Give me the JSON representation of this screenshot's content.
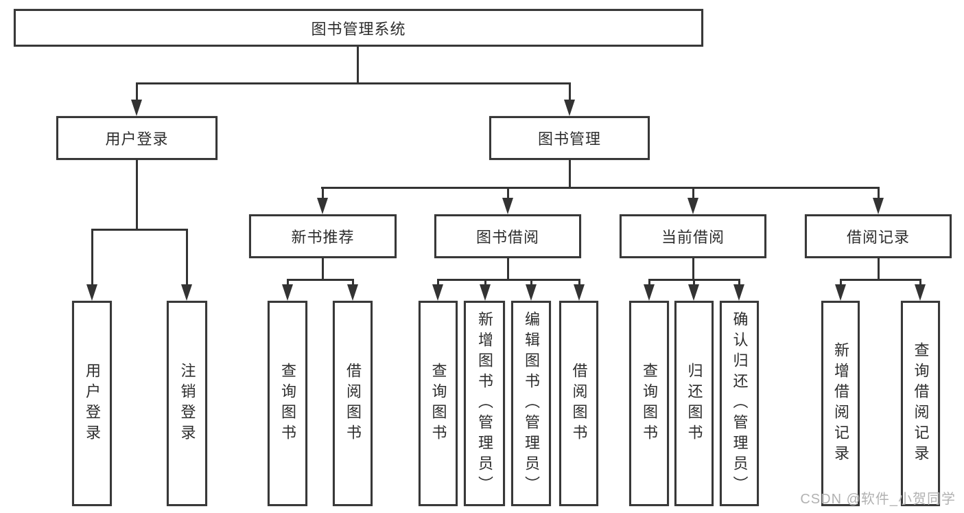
{
  "root": {
    "label": "图书管理系统"
  },
  "level2": [
    {
      "label": "用户登录"
    },
    {
      "label": "图书管理"
    }
  ],
  "level3": [
    {
      "label": "新书推荐"
    },
    {
      "label": "图书借阅"
    },
    {
      "label": "当前借阅"
    },
    {
      "label": "借阅记录"
    }
  ],
  "leaves": [
    {
      "label": "用户登录"
    },
    {
      "label": "注销登录"
    },
    {
      "label": "查询图书"
    },
    {
      "label": "借阅图书"
    },
    {
      "label": "查询图书"
    },
    {
      "label": "新增图书（管理员）"
    },
    {
      "label": "编辑图书（管理员）"
    },
    {
      "label": "借阅图书"
    },
    {
      "label": "查询图书"
    },
    {
      "label": "归还图书"
    },
    {
      "label": "确认归还（管理员）"
    },
    {
      "label": "新增借阅记录"
    },
    {
      "label": "查询借阅记录"
    }
  ],
  "watermark": "CSDN @软件_小贺同学",
  "colors": {
    "line": "#333333",
    "border": "#383838",
    "text": "#2d2d2d",
    "watermark": "#b2b2b2",
    "background": "#ffffff"
  }
}
